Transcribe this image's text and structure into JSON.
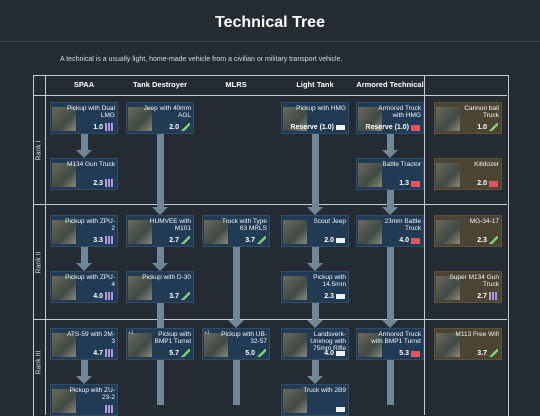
{
  "page": {
    "title": "Technical Tree",
    "intro": "A technical is a usually light, home-made vehicle from a civilian or military transport vehicle."
  },
  "columns": [
    {
      "key": "spaa",
      "label": "SPAA"
    },
    {
      "key": "td",
      "label": "Tank Destroyer"
    },
    {
      "key": "mlrs",
      "label": "MLRS"
    },
    {
      "key": "lt",
      "label": "Light Tank"
    },
    {
      "key": "at",
      "label": "Armored Technical"
    },
    {
      "key": "prem",
      "label": ""
    }
  ],
  "ranks": [
    {
      "label": "Rank I"
    },
    {
      "label": "Rank II"
    },
    {
      "label": "Rank III"
    }
  ],
  "vehicles": [
    {
      "id": "pickup-dual-lmg",
      "name": "Pickup with Dual LMG",
      "br": "1.0",
      "cls": "aa",
      "col": 0,
      "row": 0,
      "premium": false
    },
    {
      "id": "m134-gun-truck",
      "name": "M134 Gun Truck",
      "br": "2.3",
      "cls": "aa",
      "col": 0,
      "row": 1,
      "premium": false
    },
    {
      "id": "pickup-zpu-2",
      "name": "Pickup with ZPU-2",
      "br": "3.3",
      "cls": "aa",
      "col": 0,
      "row": 2,
      "premium": false
    },
    {
      "id": "pickup-zpu-4",
      "name": "Pickup with ZPU-4",
      "br": "4.0",
      "cls": "aa",
      "col": 0,
      "row": 3,
      "premium": false
    },
    {
      "id": "ats-59-2m3",
      "name": "ATS-59 with 2M-3",
      "br": "4.7",
      "cls": "aa",
      "col": 0,
      "row": 4,
      "premium": false,
      "rank_tag": ""
    },
    {
      "id": "pickup-zu-23",
      "name": "Pickup with ZU-23-2",
      "br": "",
      "cls": "aa",
      "col": 0,
      "row": 5,
      "premium": false
    },
    {
      "id": "jeep-40mm-agl",
      "name": "Jeep with 40mm AGL",
      "br": "2.0",
      "cls": "td",
      "col": 1,
      "row": 0,
      "premium": false
    },
    {
      "id": "humvee-m101",
      "name": "HUMVEE with M101",
      "br": "2.7",
      "cls": "td",
      "col": 1,
      "row": 2,
      "premium": false
    },
    {
      "id": "pickup-d30",
      "name": "Pickup with D-30",
      "br": "3.7",
      "cls": "td",
      "col": 1,
      "row": 3,
      "premium": false
    },
    {
      "id": "pickup-bmp1-turret",
      "name": "Pickup with BMP1 Turret",
      "br": "5.7",
      "cls": "td",
      "col": 1,
      "row": 4,
      "premium": false,
      "rank_tag": "+1"
    },
    {
      "id": "truck-type63-mrls",
      "name": "Truck with Type 63 MRLS",
      "br": "3.7",
      "cls": "mlrs",
      "col": 2,
      "row": 2,
      "premium": false
    },
    {
      "id": "pickup-ub-32-57",
      "name": "Pickup with UB-32-57",
      "br": "5.0",
      "cls": "mlrs",
      "col": 2,
      "row": 4,
      "premium": false,
      "rank_tag": "+1"
    },
    {
      "id": "pickup-hmg",
      "name": "Pickup with HMG",
      "br": "Reserve (1.0)",
      "cls": "lt",
      "col": 3,
      "row": 0,
      "premium": false
    },
    {
      "id": "scout-jeep",
      "name": "Scout Jeep",
      "br": "2.0",
      "cls": "lt",
      "col": 3,
      "row": 2,
      "premium": false
    },
    {
      "id": "pickup-14-5mm",
      "name": "Pickup with 14.5mm",
      "br": "2.3",
      "cls": "lt",
      "col": 3,
      "row": 3,
      "premium": false
    },
    {
      "id": "landsverk-unimog",
      "name": "Landsverk-Unimog with 75mm Rifle",
      "br": "4.0",
      "cls": "lt",
      "col": 3,
      "row": 4,
      "premium": false
    },
    {
      "id": "truck-2b9",
      "name": "Truck with 2B9",
      "br": "",
      "cls": "lt",
      "col": 3,
      "row": 5,
      "premium": false
    },
    {
      "id": "armored-truck-hmg",
      "name": "Armored Truck with HMG",
      "br": "Reserve (1.0)",
      "cls": "heavy",
      "col": 4,
      "row": 0,
      "premium": false
    },
    {
      "id": "battle-tractor",
      "name": "Battle Tractor",
      "br": "1.3",
      "cls": "heavy",
      "col": 4,
      "row": 1,
      "premium": false
    },
    {
      "id": "23mm-battle-truck",
      "name": "23mm Battle Truck",
      "br": "4.0",
      "cls": "heavy",
      "col": 4,
      "row": 2,
      "premium": false
    },
    {
      "id": "armored-truck-bmp1",
      "name": "Armored Truck with BMP1 Turret",
      "br": "5.3",
      "cls": "heavy",
      "col": 4,
      "row": 4,
      "premium": false
    },
    {
      "id": "cannon-ball-truck",
      "name": "Cannon ball Truck",
      "br": "1.0",
      "cls": "td",
      "col": 5,
      "row": 0,
      "premium": true
    },
    {
      "id": "killdozer",
      "name": "Killdozer",
      "br": "2.0",
      "cls": "heavy",
      "col": 5,
      "row": 1,
      "premium": true
    },
    {
      "id": "mg-34-17",
      "name": "MG-34-17",
      "br": "2.3",
      "cls": "td",
      "col": 5,
      "row": 2,
      "premium": true
    },
    {
      "id": "super-m134-gun-truck",
      "name": "Super M134 Gun Truck",
      "br": "2.7",
      "cls": "aa",
      "col": 5,
      "row": 3,
      "premium": true
    },
    {
      "id": "m113-free-wifi",
      "name": "M113 Free Wifi",
      "br": "3.7",
      "cls": "td",
      "col": 5,
      "row": 4,
      "premium": true
    }
  ],
  "lines": [
    {
      "col": 0,
      "from": 0,
      "to": 1,
      "arrow": true
    },
    {
      "col": 0,
      "from": 2,
      "to": 3,
      "arrow": true
    },
    {
      "col": 0,
      "from": 4,
      "to": 5,
      "arrow": true
    },
    {
      "col": 1,
      "from": 0,
      "to": 2,
      "arrow": true
    },
    {
      "col": 1,
      "from": 2,
      "to": 3,
      "arrow": true
    },
    {
      "col": 1,
      "from": 3,
      "to": 6,
      "arrow": false
    },
    {
      "col": 2,
      "from": 2,
      "to": 4,
      "arrow": true
    },
    {
      "col": 2,
      "from": 4,
      "to": 6,
      "arrow": false
    },
    {
      "col": 3,
      "from": 0,
      "to": 2,
      "arrow": true
    },
    {
      "col": 3,
      "from": 2,
      "to": 3,
      "arrow": true
    },
    {
      "col": 3,
      "from": 3,
      "to": 4,
      "arrow": true
    },
    {
      "col": 3,
      "from": 4,
      "to": 5,
      "arrow": true
    },
    {
      "col": 4,
      "from": 0,
      "to": 1,
      "arrow": true
    },
    {
      "col": 4,
      "from": 1,
      "to": 2,
      "arrow": true
    },
    {
      "col": 4,
      "from": 2,
      "to": 4,
      "arrow": true
    },
    {
      "col": 4,
      "from": 4,
      "to": 6,
      "arrow": false
    }
  ]
}
